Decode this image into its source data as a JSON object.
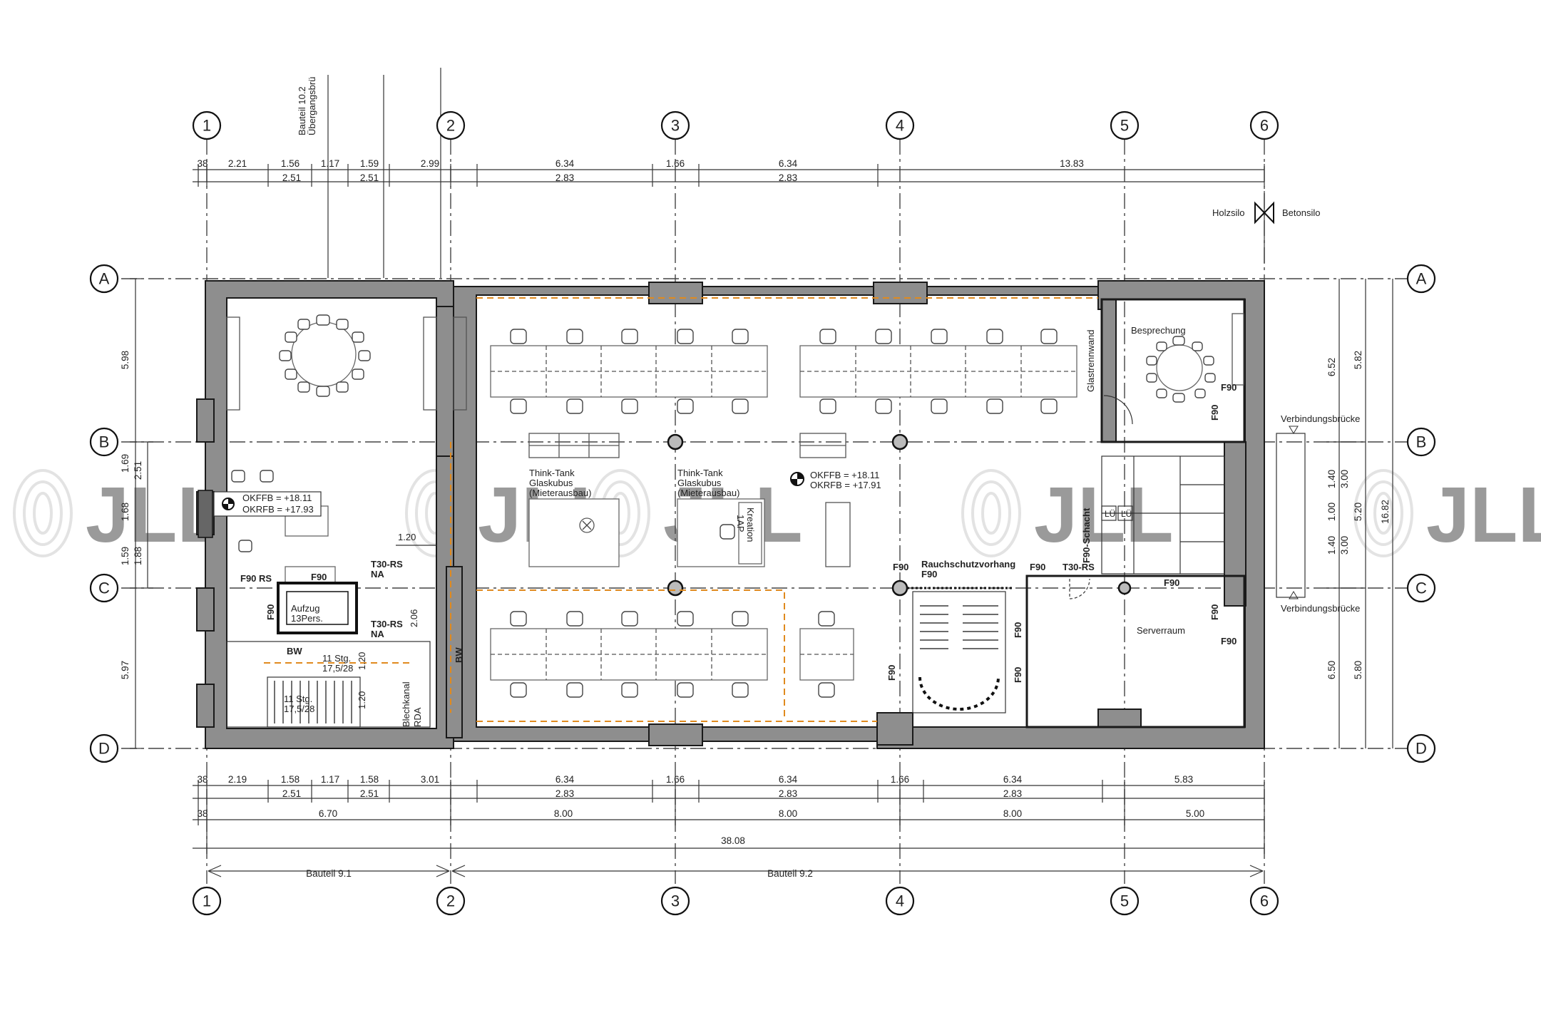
{
  "axes": {
    "columns": [
      "1",
      "2",
      "3",
      "4",
      "5",
      "6"
    ],
    "rows": [
      "A",
      "B",
      "C",
      "D"
    ]
  },
  "top_dims": {
    "row1": [
      "38",
      "2.21",
      "1.56",
      "1.17",
      "1.59",
      "2.99",
      "6.34",
      "1.66",
      "6.34",
      "13.83"
    ],
    "row2": [
      "2.51",
      "2.51",
      "2.83",
      "2.83"
    ]
  },
  "bottom_dims": {
    "row1": [
      "38",
      "2.19",
      "1.58",
      "1.17",
      "1.58",
      "3.01",
      "6.34",
      "1.66",
      "6.34",
      "1.66",
      "6.34",
      "5.83"
    ],
    "row2": [
      "2.51",
      "2.51",
      "2.83",
      "2.83",
      "2.83"
    ],
    "row3": [
      "38",
      "6.70",
      "8.00",
      "8.00",
      "8.00",
      "5.00"
    ],
    "total": "38.08",
    "sections": [
      "Bauteil 9.1",
      "Bauteil 9.2"
    ]
  },
  "left_dims": [
    "5.98",
    "1.69",
    "2.51",
    "1.68",
    "1.59",
    "1.88",
    "5.97"
  ],
  "right_dims": [
    "6.52",
    "5.82",
    "1.40",
    "3.00",
    "1.00",
    "5.20",
    "16.82",
    "1.40",
    "3.00",
    "6.50",
    "5.80"
  ],
  "top_annotation": [
    "Bauteil 10.2",
    "Übergangsbrü"
  ],
  "silo": {
    "left": "Holzsilo",
    "right": "Betonsilo"
  },
  "bridge_labels": [
    "Verbindungsbrücke",
    "Verbindungsbrücke"
  ],
  "levels": {
    "left": [
      "OKFFB = +18.11",
      "OKRFB = +17.93"
    ],
    "center": [
      "OKFFB = +18.11",
      "OKRFB = +17.91"
    ]
  },
  "rooms": {
    "think_tank_1": [
      "Think-Tank",
      "Glaskubus",
      "(Mieterausbau)"
    ],
    "think_tank_2": [
      "Think-Tank",
      "Glaskubus",
      "(Mieterausbau)"
    ],
    "kreation": [
      "Kreation",
      "1AP"
    ],
    "besprechung": "Besprechung",
    "glastrennwand": "Glastrennwand",
    "serverraum": "Serverraum",
    "aufzug": [
      "Aufzug",
      "13Pers."
    ],
    "stair_upper": [
      "11 Stg.",
      "17,5/28"
    ],
    "stair_lower": [
      "11 Stg.",
      "17,5/28"
    ],
    "blechkanal": [
      "Blechkanal",
      "RDA"
    ],
    "wc": [
      "LÜ",
      "LÜ"
    ],
    "bw": "BW",
    "rauchschutz": "Rauchschutzvorhang",
    "f90_schacht": "F90-Schacht",
    "dim_120": "1.20",
    "dim_206": "2.06",
    "dim_120b": "1.20",
    "dim_120c": "1.20"
  },
  "fire_labels": {
    "f90": "F90",
    "f90rs": "F90 RS",
    "t30rs": "T30-RS",
    "na": "NA"
  },
  "watermark": "JLL"
}
